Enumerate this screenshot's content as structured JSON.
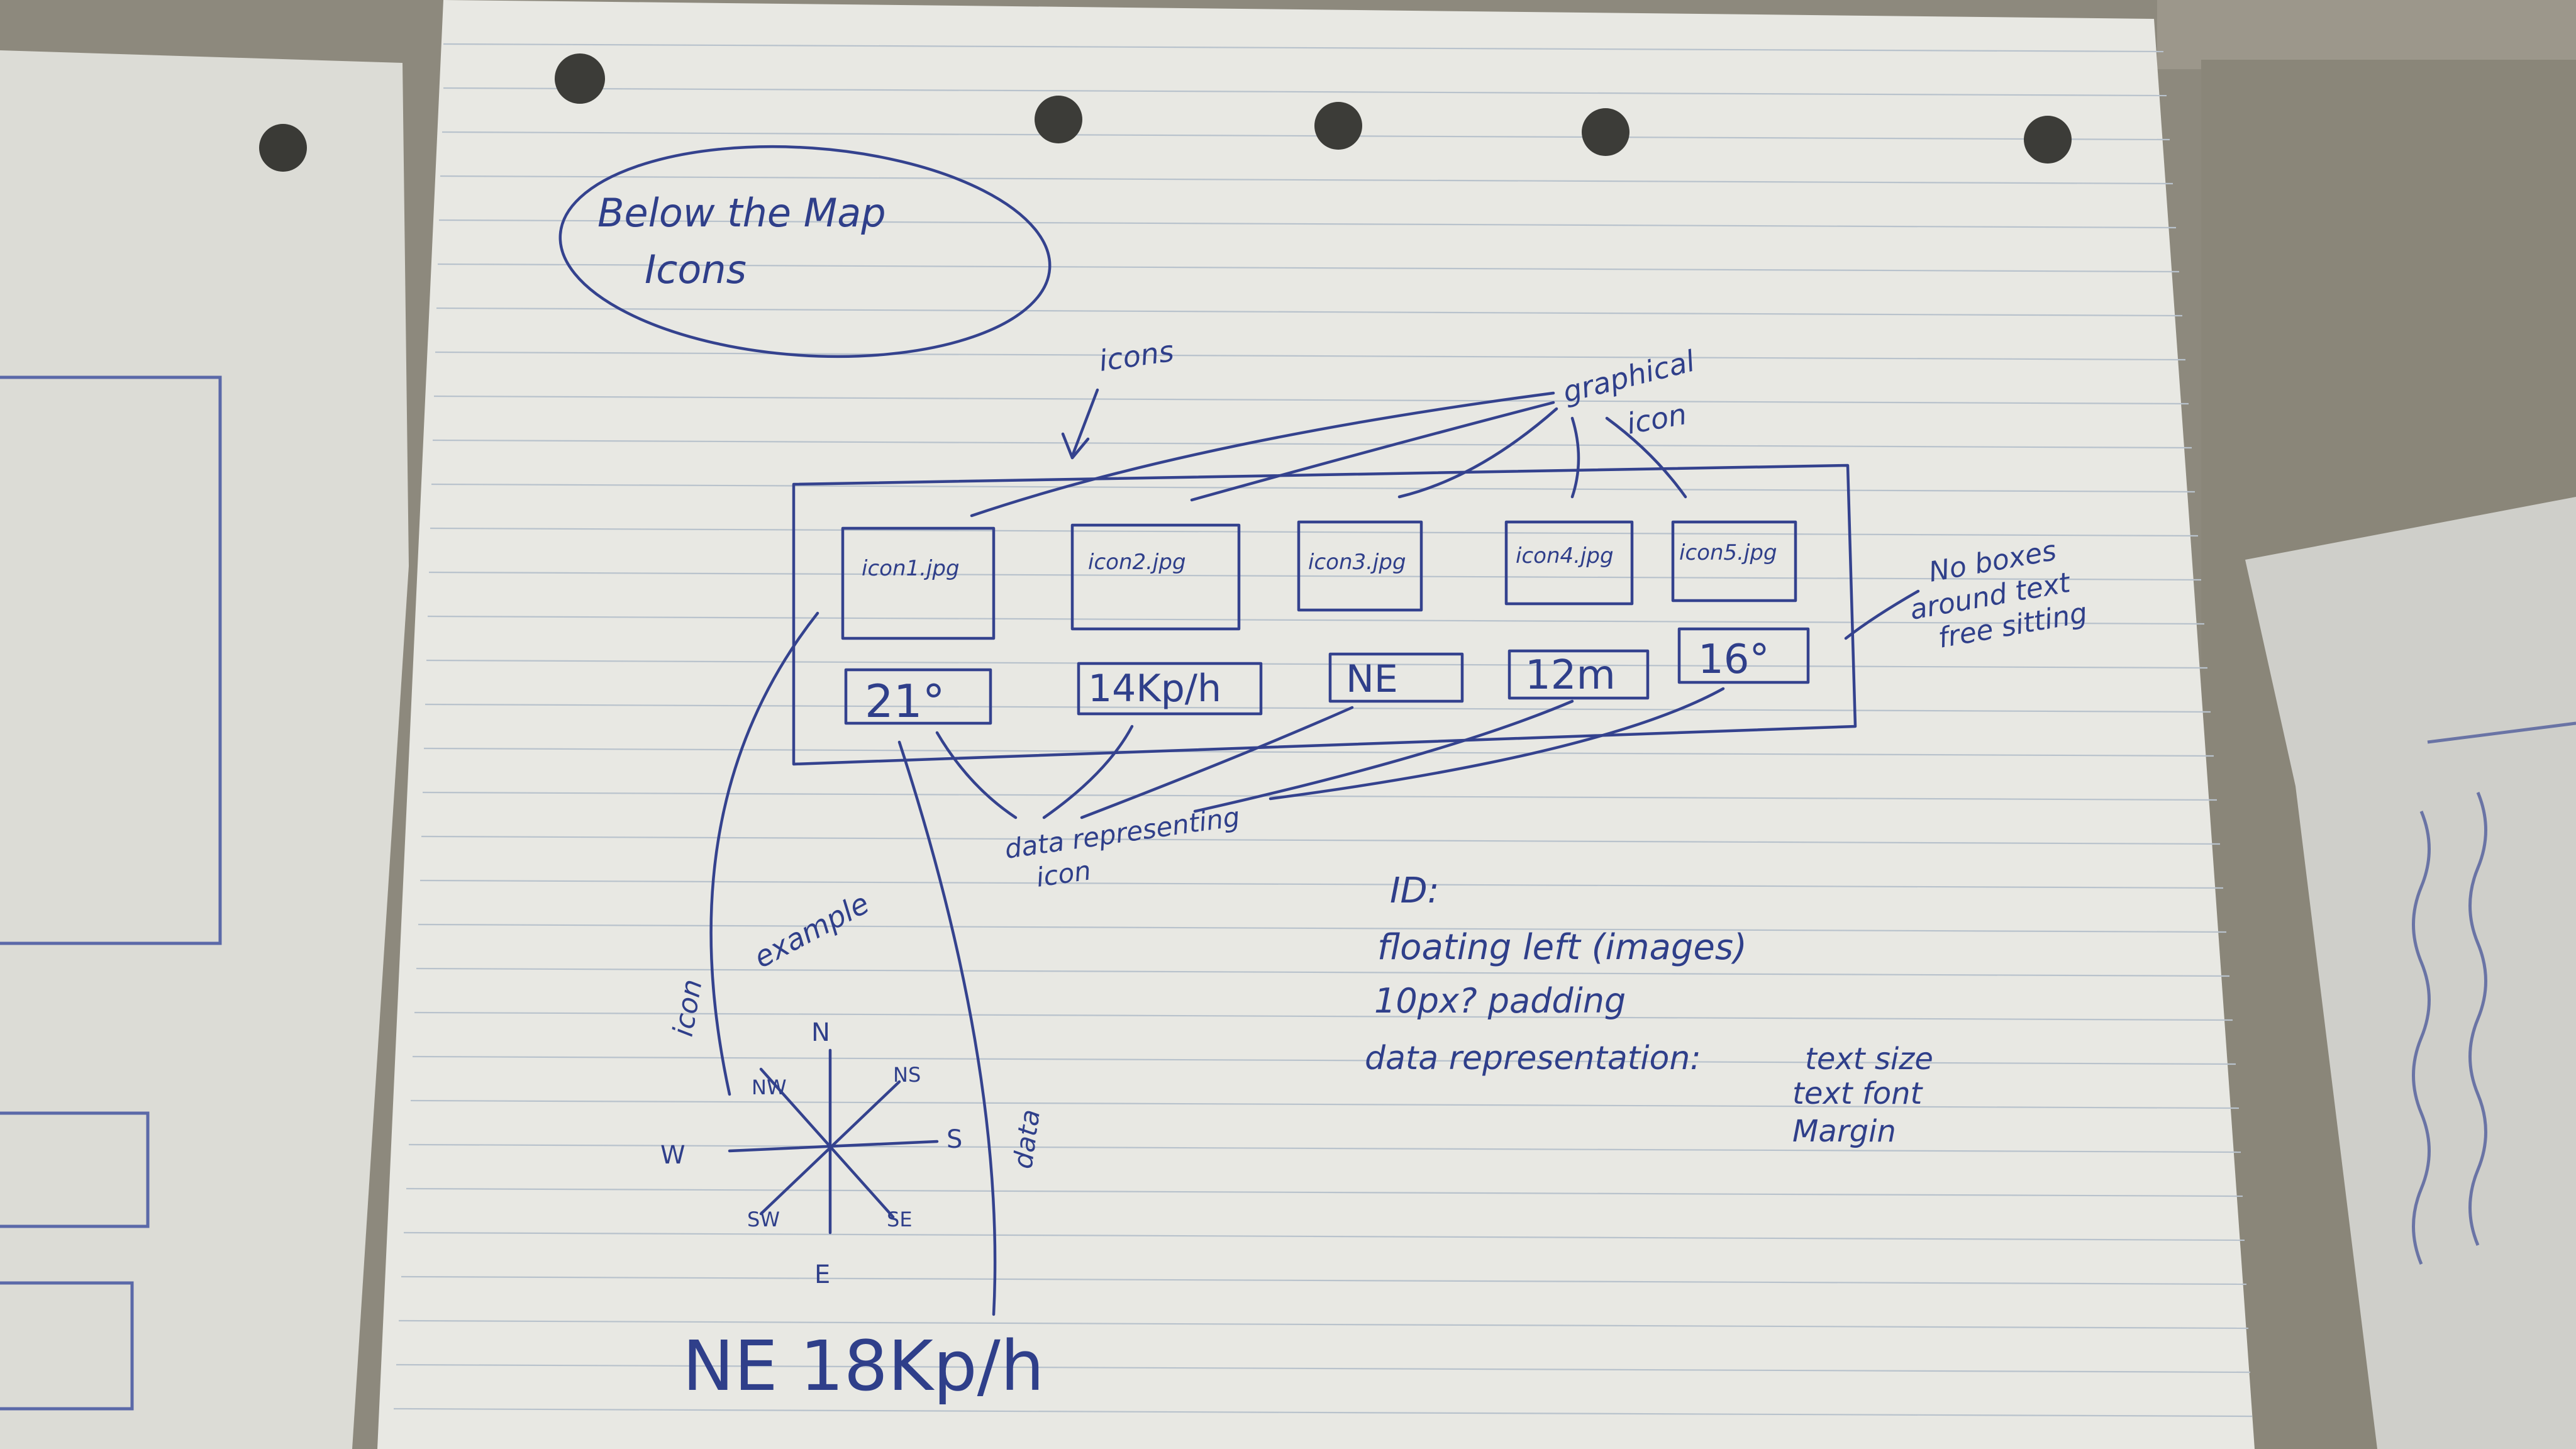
{
  "title": {
    "line1": "Below the Map",
    "line2": "Icons"
  },
  "labels": {
    "icons": "icons",
    "graphical_icon_line1": "graphical",
    "graphical_icon_line2": "icon",
    "no_boxes_line1": "No boxes",
    "no_boxes_line2": "around text",
    "no_boxes_line3": "free sitting",
    "data_representing_line1": "data representing",
    "data_representing_line2": "icon",
    "icon_side": "icon",
    "example": "example",
    "data_side": "data"
  },
  "icon_row": [
    {
      "image": "icon1.jpg",
      "data": "21°"
    },
    {
      "image": "icon2.jpg",
      "data": "14Kp/h"
    },
    {
      "image": "icon3.jpg",
      "data": "NE"
    },
    {
      "image": "icon4.jpg",
      "data": "12m"
    },
    {
      "image": "icon5.jpg",
      "data": "16°"
    }
  ],
  "compass": {
    "n": "N",
    "ns": "NS",
    "nw": "NW",
    "w": "W",
    "s": "S",
    "sw": "SW",
    "se": "SE",
    "e": "E"
  },
  "example_output": "NE 18Kp/h",
  "notes": {
    "id": "ID:",
    "floating": "floating left (images)",
    "padding": "10px? padding",
    "data_representation": "data representation:",
    "text_size": "text size",
    "text_font": "text font",
    "margin": "Margin"
  },
  "colors": {
    "ink": "#2f3f8a",
    "paper": "#e9e9e4",
    "wall": "#8c887c"
  }
}
